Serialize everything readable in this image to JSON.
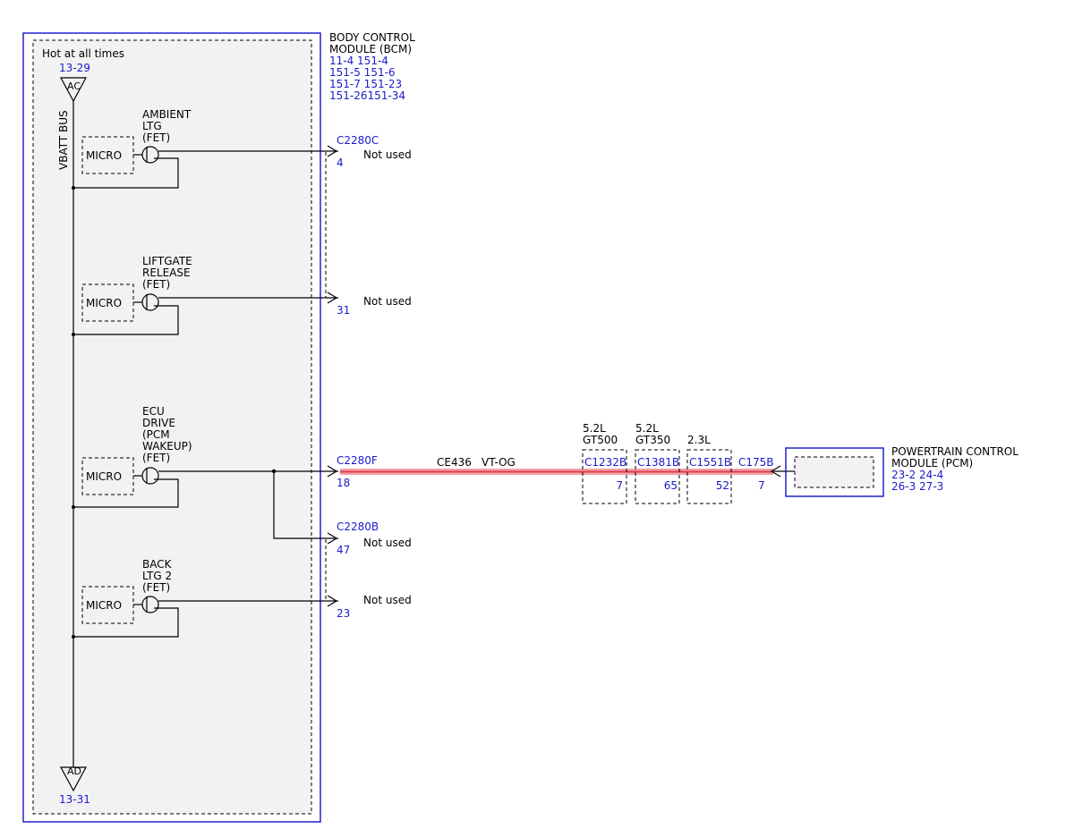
{
  "colors": {
    "module_border": "#2222cc",
    "module_fill": "#f2f2f2",
    "wire_highlight": "#f0a0a8",
    "wire_core": "#e04050",
    "ref_text": "#1a1acc"
  },
  "bcm": {
    "title_line1": "BODY CONTROL",
    "title_line2": "MODULE (BCM)",
    "refs": [
      "11-4  151-4",
      "151-5 151-6",
      "151-7  151-23",
      "151-26151-34"
    ],
    "hot_label": "Hot at all times",
    "top_ref": "13-29",
    "top_terminal": "AC",
    "bus_label": "VBATT BUS",
    "bottom_terminal": "AD",
    "bottom_ref": "13-31",
    "micro_label": "MICRO"
  },
  "outputs": [
    {
      "label": [
        "AMBIENT",
        "LTG",
        "(FET)"
      ],
      "connector": "C2280C",
      "pin": "4",
      "status": "Not used"
    },
    {
      "label": [
        "LIFTGATE",
        "RELEASE",
        "(FET)"
      ],
      "connector": "",
      "pin": "31",
      "status": "Not used"
    },
    {
      "label": [
        "ECU",
        "DRIVE",
        "(PCM",
        "WAKEUP)",
        "(FET)"
      ],
      "connector": "C2280F",
      "pin": "18",
      "status": ""
    },
    {
      "label": [
        "BACK",
        "LTG 2",
        "(FET)"
      ],
      "connector": "",
      "pin": "23",
      "status": "Not used"
    }
  ],
  "branch": {
    "connector": "C2280B",
    "pin": "47",
    "status": "Not used"
  },
  "circuit": {
    "id": "CE436",
    "color": "VT-OG"
  },
  "inline_connectors": [
    {
      "variant_line1": "5.2L",
      "variant_line2": "GT500",
      "name": "C1232B",
      "pin": "7"
    },
    {
      "variant_line1": "5.2L",
      "variant_line2": "GT350",
      "name": "C1381B",
      "pin": "65"
    },
    {
      "variant_line1": "2.3L",
      "variant_line2": "",
      "name": "C1551B",
      "pin": "52"
    }
  ],
  "pcm": {
    "connector": "C175B",
    "pin": "7",
    "title_line1": "POWERTRAIN CONTROL",
    "title_line2": "MODULE (PCM)",
    "refs": [
      "23-2  24-4",
      "26-3  27-3"
    ]
  }
}
